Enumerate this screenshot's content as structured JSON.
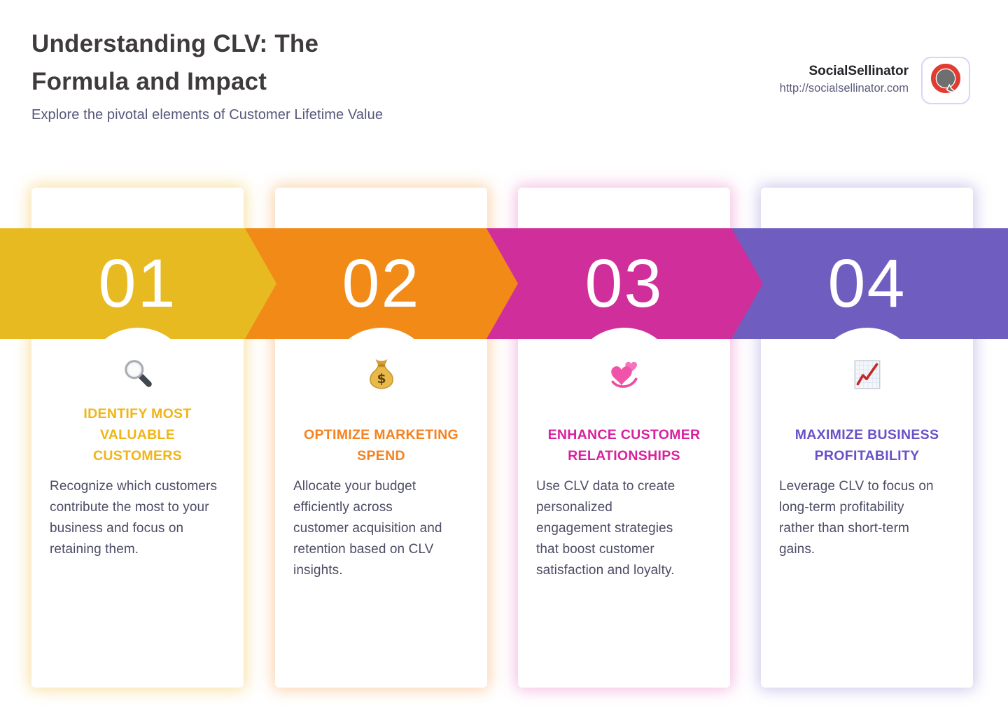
{
  "header": {
    "title": "Understanding CLV: The\nFormula and Impact",
    "subtitle": "Explore the pivotal elements of Customer Lifetime Value"
  },
  "brand": {
    "name": "SocialSellinator",
    "url": "http://socialsellinator.com",
    "logo_icon": "speech-bubble-logo-icon"
  },
  "colors": {
    "title_text": "#3F3B3C",
    "subtitle_text": "#56567A",
    "body_text": "#4C4C66",
    "brand_name_text": "#232329",
    "brand_url_text": "#5A5A7D",
    "logo_ring_red": "#E23B31",
    "logo_bubble_gray": "#6F6F6F",
    "logo_frame_border": "#D9D4F4"
  },
  "steps": [
    {
      "number": "01",
      "icon": "magnifying-glass-icon",
      "band_color": "#E8BA22",
      "heading_color": "#F0B414",
      "glow_color": "rgba(240,185,45,0.45)",
      "heading": "IDENTIFY MOST\nVALUABLE\nCUSTOMERS",
      "body": "Recognize which customers\ncontribute the most to your\nbusiness and focus on\nretaining them."
    },
    {
      "number": "02",
      "icon": "money-bag-icon",
      "band_color": "#F18A16",
      "heading_color": "#F5821F",
      "glow_color": "rgba(243,140,35,0.40)",
      "heading": "OPTIMIZE MARKETING\nSPEND",
      "body": "Allocate your budget\nefficiently across\ncustomer acquisition and\nretention based on CLV\ninsights."
    },
    {
      "number": "03",
      "icon": "revolving-hearts-icon",
      "band_color": "#D02E9A",
      "heading_color": "#D9219F",
      "glow_color": "rgba(222,60,165,0.35)",
      "heading": "ENHANCE CUSTOMER\nRELATIONSHIPS",
      "body": "Use CLV data to create\npersonalized\nengagement strategies\nthat boost customer\nsatisfaction and loyalty."
    },
    {
      "number": "04",
      "icon": "chart-increasing-icon",
      "band_color": "#6F5EC0",
      "heading_color": "#6A51C8",
      "glow_color": "rgba(122,105,200,0.38)",
      "heading": "MAXIMIZE BUSINESS\nPROFITABILITY",
      "body": "Leverage CLV to focus on\nlong-term profitability\nrather than short-term\ngains."
    }
  ]
}
